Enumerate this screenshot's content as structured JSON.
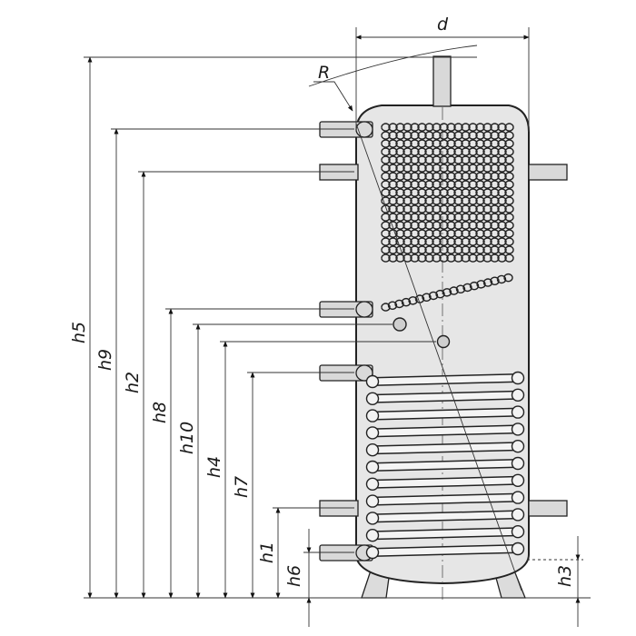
{
  "diagram": {
    "labels": {
      "d": "d",
      "R": "R",
      "h1": "h1",
      "h2": "h2",
      "h3": "h3",
      "h4": "h4",
      "h5": "h5",
      "h6": "h6",
      "h7": "h7",
      "h8": "h8",
      "h9": "h9",
      "h10": "h10"
    }
  }
}
